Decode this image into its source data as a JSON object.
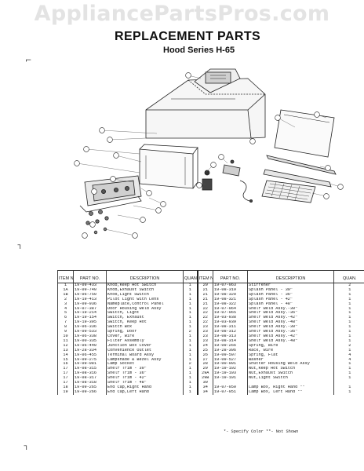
{
  "watermark": "AppliancePartsPros.com",
  "header": {
    "title": "REPLACEMENT PARTS",
    "subtitle": "Hood Series H-65"
  },
  "table": {
    "headers": {
      "item_no": "ITEM NO.",
      "part_no": "PART NO.",
      "description": "DESCRIPTION",
      "quan": "QUAN."
    },
    "left_rows": [
      {
        "item": "1",
        "part": "19-09-433",
        "desc": "Knob,Keep Hot Switch",
        "qty": "1"
      },
      {
        "item": "1A",
        "part": "19-09-740",
        "desc": "Knob,Exhaust Switch",
        "qty": "1"
      },
      {
        "item": "1B",
        "part": "19-06-750",
        "desc": "Knob,Light Switch",
        "qty": "1"
      },
      {
        "item": "2",
        "part": "19-19-413",
        "desc": "Pilot Light with Lens",
        "qty": "1"
      },
      {
        "item": "3",
        "part": "19-09-936",
        "desc": "Nameplate,Control Panel",
        "qty": "1"
      },
      {
        "item": "4",
        "part": "19-07-387",
        "desc": "Door Housing Weld Assy",
        "qty": "1"
      },
      {
        "item": "5",
        "part": "19-19-214",
        "desc": "Switch, Light",
        "qty": "1"
      },
      {
        "item": "6",
        "part": "19-19-154",
        "desc": "Switch, Exhaust",
        "qty": "1"
      },
      {
        "item": "7",
        "part": "19-19-395",
        "desc": "Switch, Keep Hot",
        "qty": "1"
      },
      {
        "item": "8",
        "part": "19-06-336",
        "desc": "Switch Box",
        "qty": "1"
      },
      {
        "item": "9",
        "part": "19-09-533",
        "desc": "Spring, Door",
        "qty": "2"
      },
      {
        "item": "10",
        "part": "19-06-338",
        "desc": "Cover, Wire",
        "qty": "1"
      },
      {
        "item": "11",
        "part": "19-00-335",
        "desc": "Filter Assembly",
        "qty": "1"
      },
      {
        "item": "12",
        "part": "19-06-440",
        "desc": "Junction Box Cover",
        "qty": "1"
      },
      {
        "item": "13",
        "part": "19-28-334",
        "desc": "Convenience Outlet",
        "qty": "1"
      },
      {
        "item": "14",
        "part": "19-06-455",
        "desc": "Terminal Board Assy",
        "qty": "1"
      },
      {
        "item": "15",
        "part": "19-09-275",
        "desc": "Lampshade & Bezel Assy",
        "qty": "1"
      },
      {
        "item": "16",
        "part": "19-09-081",
        "desc": "Lamp Socket",
        "qty": "2"
      },
      {
        "item": "17",
        "part": "19-08-315",
        "desc": "Shelf Trim - 30\"",
        "qty": "1"
      },
      {
        "item": "17",
        "part": "19-08-316",
        "desc": "Shelf Trim - 36\"",
        "qty": "1"
      },
      {
        "item": "17",
        "part": "19-08-317",
        "desc": "Shelf Trim - 42\"",
        "qty": "1"
      },
      {
        "item": "17",
        "part": "19-08-318",
        "desc": "Shelf Trim - 48\"",
        "qty": "1"
      },
      {
        "item": "18",
        "part": "19-09-265",
        "desc": "End Cap,Right Hand",
        "qty": "1"
      },
      {
        "item": "19",
        "part": "19-09-266",
        "desc": "End Cap,Left Hand",
        "qty": "1"
      }
    ],
    "right_rows": [
      {
        "item": "20",
        "part": "19-07-063",
        "desc": "Stiffener",
        "qty": "2"
      },
      {
        "item": "21",
        "part": "19-08-319",
        "desc": "Splash Panel - 30\"",
        "qty": "1"
      },
      {
        "item": "21",
        "part": "19-08-320",
        "desc": "Splash Panel - 36\"",
        "qty": "1"
      },
      {
        "item": "21",
        "part": "19-08-321",
        "desc": "Splash Panel - 42\"",
        "qty": "1"
      },
      {
        "item": "21",
        "part": "19-08-322",
        "desc": "Splash Panel - 48\"",
        "qty": "1"
      },
      {
        "item": "22",
        "part": "19-07-064",
        "desc": "Shelf Weld Assy.-30\"",
        "qty": "1"
      },
      {
        "item": "22",
        "part": "19-07-065",
        "desc": "Shelf Weld Assy.-36\"",
        "qty": "1"
      },
      {
        "item": "22",
        "part": "19-03-938",
        "desc": "Shelf Weld Assy.-42\"",
        "qty": "1"
      },
      {
        "item": "22",
        "part": "19-03-939",
        "desc": "Shelf Weld Assy.-48\"",
        "qty": "1"
      },
      {
        "item": "23",
        "part": "19-08-311",
        "desc": "Shelf Weld Assy.-30\"",
        "qty": "1"
      },
      {
        "item": "23",
        "part": "19-08-312",
        "desc": "Shelf Weld Assy.-36\"",
        "qty": "1"
      },
      {
        "item": "23",
        "part": "19-08-313",
        "desc": "Shelf Weld Assy.-42\"",
        "qty": "1"
      },
      {
        "item": "23",
        "part": "19-08-314",
        "desc": "Shelf Weld Assy.-48\"",
        "qty": "1"
      },
      {
        "item": "24",
        "part": "19-09-266",
        "desc": "Spring, Wire",
        "qty": "2"
      },
      {
        "item": "25",
        "part": "19-28-306",
        "desc": "Rack, Wire",
        "qty": "1"
      },
      {
        "item": "26",
        "part": "19-09-507",
        "desc": "Spring, Flat",
        "qty": "4"
      },
      {
        "item": "27",
        "part": "19-09-527",
        "desc": "Washer",
        "qty": "4"
      },
      {
        "item": "28",
        "part": "19-00-001",
        "desc": "Shutter Housing Weld Assy",
        "qty": "1"
      },
      {
        "item": "29",
        "part": "19-19-102",
        "desc": "Nut,Keep Hot Switch",
        "qty": "1"
      },
      {
        "item": "29A",
        "part": "19-19-103",
        "desc": "Nut,Exhaust Switch",
        "qty": "1"
      },
      {
        "item": "29B",
        "part": "19-19-101",
        "desc": "Nut,Light Switch",
        "qty": "1"
      },
      {
        "item": "30",
        "part": "",
        "desc": "",
        "qty": ""
      },
      {
        "item": "34",
        "part": "19-07-050",
        "desc": "Lamp Box, Right Hand **",
        "qty": "1"
      },
      {
        "item": "34",
        "part": "19-07-051",
        "desc": "Lamp Box, Left Hand **",
        "qty": "1"
      }
    ]
  },
  "footnote": "*- Specify Color  **- Not Shown"
}
